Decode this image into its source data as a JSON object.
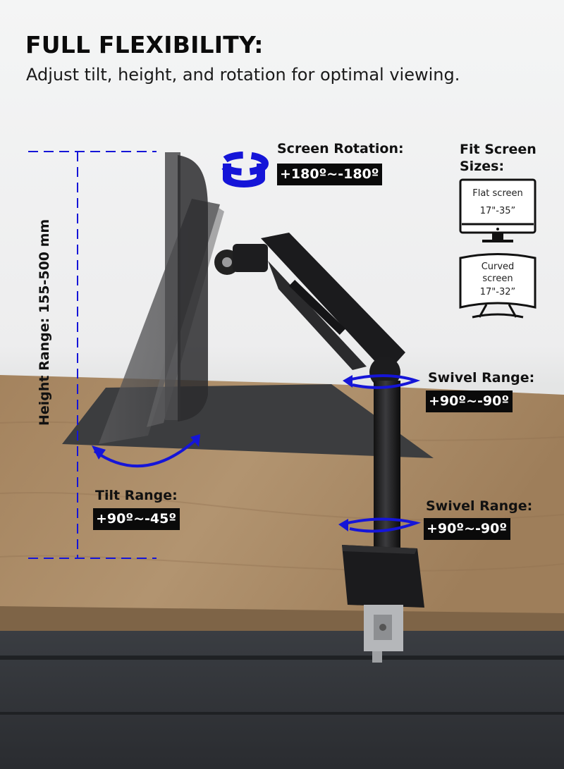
{
  "header": {
    "title": "FULL FLEXIBILITY:",
    "subtitle": "Adjust tilt, height, and rotation for optimal viewing."
  },
  "screen_rotation": {
    "label": "Screen Rotation:",
    "value": "+180º~-180º"
  },
  "fit_screen": {
    "title_line1": "Fit Screen",
    "title_line2": "Sizes:",
    "flat": {
      "name": "Flat screen",
      "size": "17\"-35”"
    },
    "curved": {
      "name_line1": "Curved",
      "name_line2": "screen",
      "size": "17\"-32”"
    }
  },
  "height_range": {
    "label": "Height Range: 155-500 mm"
  },
  "swivel_upper": {
    "label": "Swivel Range:",
    "value": "+90º~-90º"
  },
  "swivel_lower": {
    "label": "Swivel Range:",
    "value": "+90º~-90º"
  },
  "tilt_range": {
    "label": "Tilt Range:",
    "value": "+90º~-45º"
  },
  "colors": {
    "accent_blue": "#1515d8",
    "desk_wood": "#a98a66",
    "arm_black": "#1c1c1e",
    "label_bg": "#0a0a0a"
  }
}
